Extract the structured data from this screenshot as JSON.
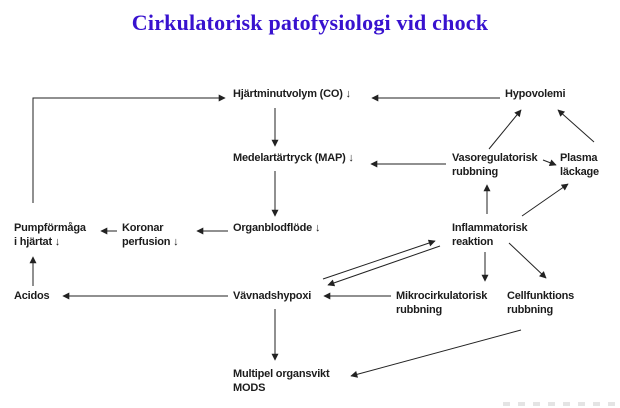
{
  "slide": {
    "title": "Cirkulatorisk patofysiologi vid chock"
  },
  "colors": {
    "title": "#3812cf",
    "text": "#1c1c1c",
    "arrow": "#222222",
    "background": "#ffffff"
  },
  "diagram": {
    "type": "flowchart",
    "language": "sv",
    "nodes": {
      "hjartminutvolym": "Hjärtminutvolym (CO) ↓",
      "hypovolemi": "Hypovolemi",
      "medelartartryck": "Medelartärtryck (MAP) ↓",
      "vasoregulatorisk": "Vasoregulatorisk\nrubbning",
      "plasma": "Plasma\nläckage",
      "pumpformaga": "Pumpförmåga\ni hjärtat ↓",
      "koronar": "Koronar\nperfusion ↓",
      "organblodflode": "Organblodflöde ↓",
      "inflammatorisk": "Inflammatorisk\nreaktion",
      "acidos": "Acidos",
      "vavnadshypoxi": "Vävnadshypoxi",
      "mikrocirkulatorisk": "Mikrocirkulatorisk\nrubbning",
      "cellfunktions": "Cellfunktions\nrubbning",
      "mods": "Multipel organsvikt\nMODS"
    },
    "edges": [
      {
        "from": "pumpformaga",
        "to": "hjartminutvolym"
      },
      {
        "from": "hypovolemi",
        "to": "hjartminutvolym"
      },
      {
        "from": "hjartminutvolym",
        "to": "medelartartryck"
      },
      {
        "from": "medelartartryck",
        "to": "organblodflode"
      },
      {
        "from": "vasoregulatorisk",
        "to": "medelartartryck"
      },
      {
        "from": "vasoregulatorisk",
        "to": "hypovolemi"
      },
      {
        "from": "plasma",
        "to": "hypovolemi"
      },
      {
        "from": "vasoregulatorisk",
        "to": "plasma"
      },
      {
        "from": "inflammatorisk",
        "to": "vasoregulatorisk"
      },
      {
        "from": "inflammatorisk",
        "to": "plasma"
      },
      {
        "from": "organblodflode",
        "to": "koronar"
      },
      {
        "from": "koronar",
        "to": "pumpformaga"
      },
      {
        "from": "acidos",
        "to": "pumpformaga"
      },
      {
        "from": "vavnadshypoxi",
        "to": "acidos"
      },
      {
        "from": "vavnadshypoxi",
        "to": "inflammatorisk"
      },
      {
        "from": "inflammatorisk",
        "to": "vavnadshypoxi"
      },
      {
        "from": "mikrocirkulatorisk",
        "to": "vavnadshypoxi"
      },
      {
        "from": "inflammatorisk",
        "to": "mikrocirkulatorisk"
      },
      {
        "from": "inflammatorisk",
        "to": "cellfunktions"
      },
      {
        "from": "vavnadshypoxi",
        "to": "mods"
      },
      {
        "from": "cellfunktions",
        "to": "mods"
      }
    ]
  }
}
